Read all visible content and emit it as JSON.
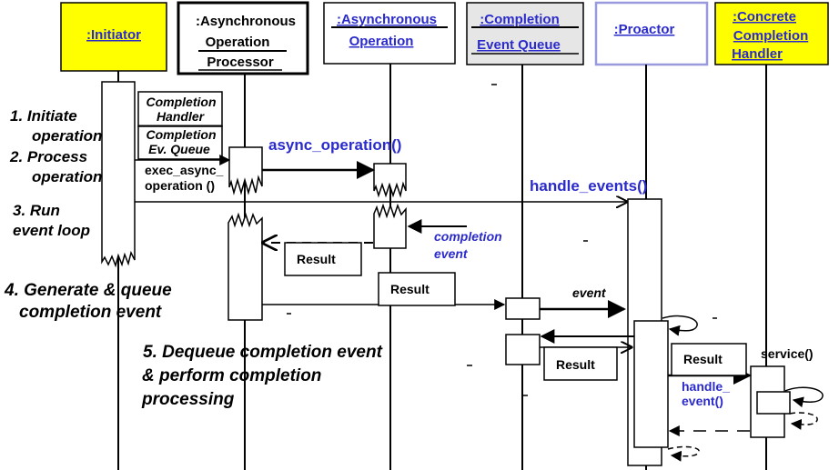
{
  "participants": {
    "initiator": ":Initiator",
    "processor_line1": ":Asynchronous",
    "processor_line2": "Operation",
    "processor_line3": "Processor",
    "operation_line1": ":Asynchronous",
    "operation_line2": "Operation",
    "queue_line1": ":Completion",
    "queue_line2": "Event Queue",
    "proactor": ":Proactor",
    "handler_line1": ":Concrete",
    "handler_line2": "Completion",
    "handler_line3": "Handler"
  },
  "steps": {
    "s1_line1": "1.  Initiate",
    "s1_line2": "operation",
    "s2_line1": "2.  Process",
    "s2_line2": "operation",
    "s3_line1": "3. Run",
    "s3_line2": "event loop",
    "s4_line1": "4. Generate & queue",
    "s4_line2": "completion event",
    "s5_line1": "5. Dequeue completion event",
    "s5_line2": "& perform completion",
    "s5_line3": "processing"
  },
  "params": {
    "handler_line1": "Completion",
    "handler_line2": "Handler",
    "queue_line1": "Completion",
    "queue_line2": "Ev. Queue"
  },
  "messages": {
    "exec_line1": "exec_async_",
    "exec_line2": "operation ()",
    "async_operation": "async_operation()",
    "handle_events": "handle_events()",
    "completion_line1": "completion",
    "completion_line2": "event",
    "result": "Result",
    "event": "event",
    "handle_line1": "handle_",
    "handle_line2": "event()",
    "service": "service()"
  },
  "colors": {
    "highlight": "#ffff00",
    "queue_fill": "#e6e6e6",
    "proactor_border": "#9999dd",
    "accent_text": "#2b2bcc"
  }
}
